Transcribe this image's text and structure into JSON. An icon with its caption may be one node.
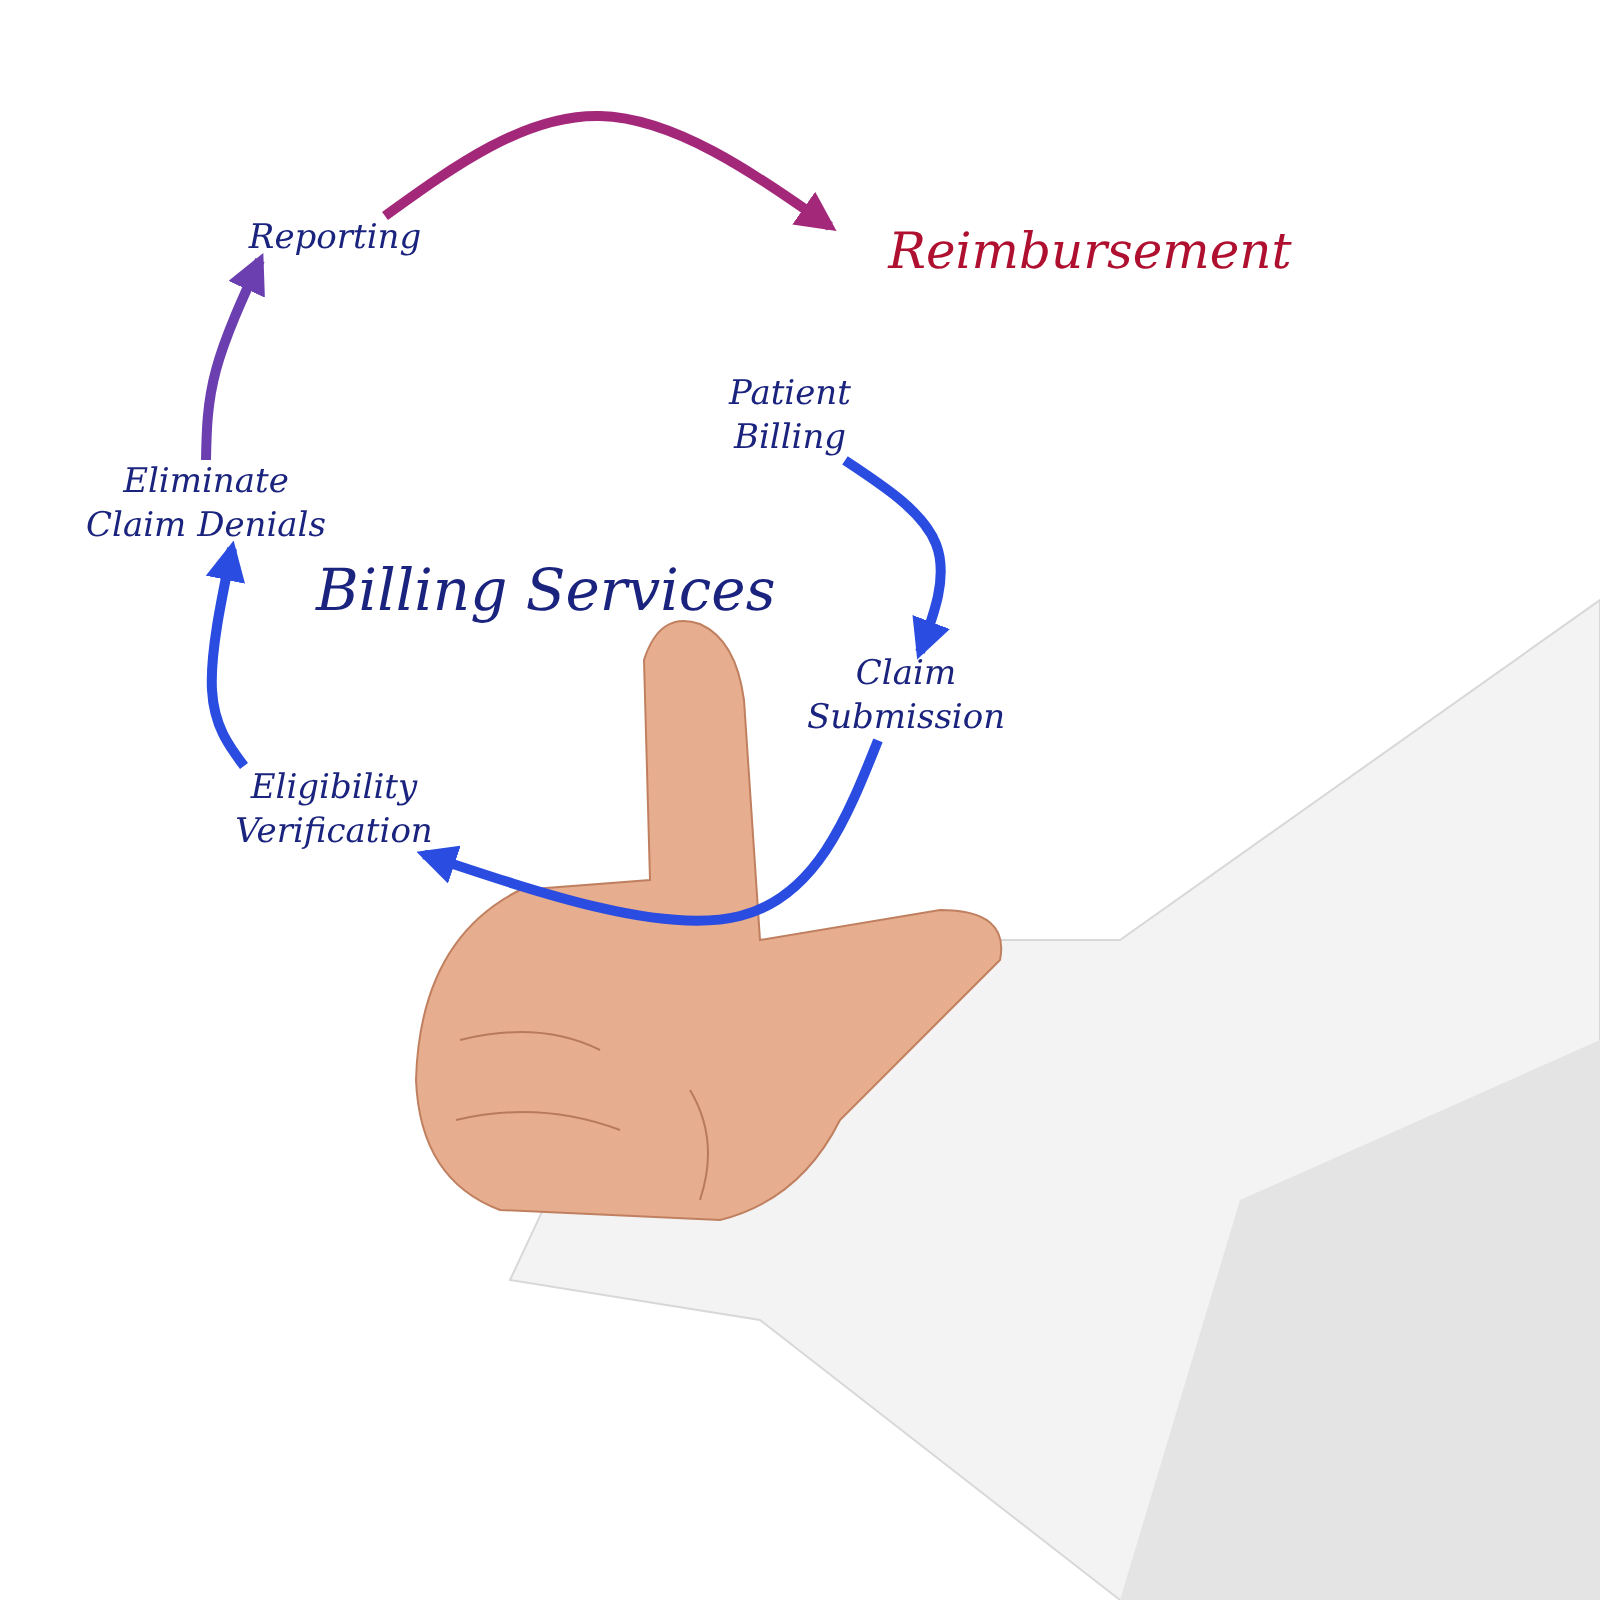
{
  "diagram": {
    "title": "Billing Services",
    "nodes": [
      {
        "text": [
          "Reporting"
        ]
      },
      {
        "text": [
          "Reimbursement"
        ]
      },
      {
        "text": [
          "Patient Billing"
        ]
      },
      {
        "text": [
          "Claim Submission"
        ]
      },
      {
        "text": [
          "Eligibility Verification"
        ]
      },
      {
        "text": [
          "Eliminate Claim Denials"
        ]
      }
    ],
    "edges": [
      {
        "from": 0,
        "to": 1,
        "arrow": "to",
        "color": "#a3287a"
      },
      {
        "from": 2,
        "to": 3,
        "arrow": "to"
      },
      {
        "from": 3,
        "to": 4,
        "arrow": "to"
      },
      {
        "from": 4,
        "to": 5,
        "arrow": "to"
      },
      {
        "from": 5,
        "to": 0,
        "arrow": "to",
        "color": "#6b3fb0"
      }
    ]
  }
}
